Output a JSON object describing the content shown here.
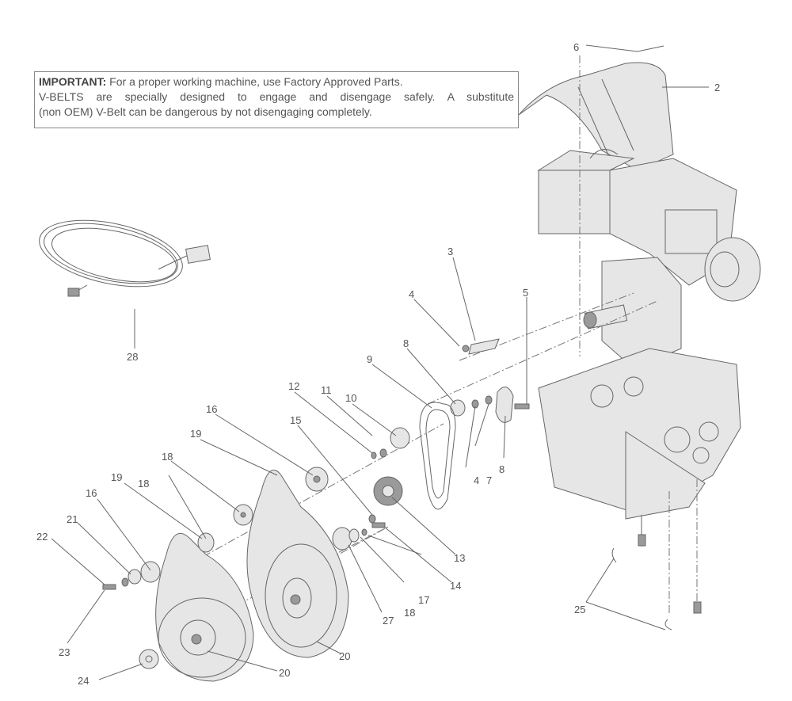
{
  "notice": {
    "heading": "IMPORTANT:",
    "line1": " For a proper working machine, use Factory Approved Parts.",
    "line2": "V-BELTS are specially designed to engage and disengage safely. A substitute",
    "line3": "(non OEM) V-Belt can be dangerous by not disengaging completely."
  },
  "callouts": {
    "c2": "2",
    "c3": "3",
    "c4a": "4",
    "c4b": "4",
    "c5": "5",
    "c6": "6",
    "c7": "7",
    "c8": "8",
    "c9": "9",
    "c10": "10",
    "c11": "11",
    "c12": "12",
    "c13": "13",
    "c14": "14",
    "c15": "15",
    "c16a": "16",
    "c16b": "16",
    "c17": "17",
    "c18a": "18",
    "c18b": "18",
    "c18c": "18",
    "c19a": "19",
    "c19b": "19",
    "c20a": "20",
    "c20b": "20",
    "c21": "21",
    "c22": "22",
    "c23": "23",
    "c24": "24",
    "c25": "25",
    "c27": "27",
    "c28": "28"
  },
  "icons": {
    "cord": "power-cord-icon",
    "engine": "engine-icon",
    "frame": "frame-plate-icon"
  }
}
